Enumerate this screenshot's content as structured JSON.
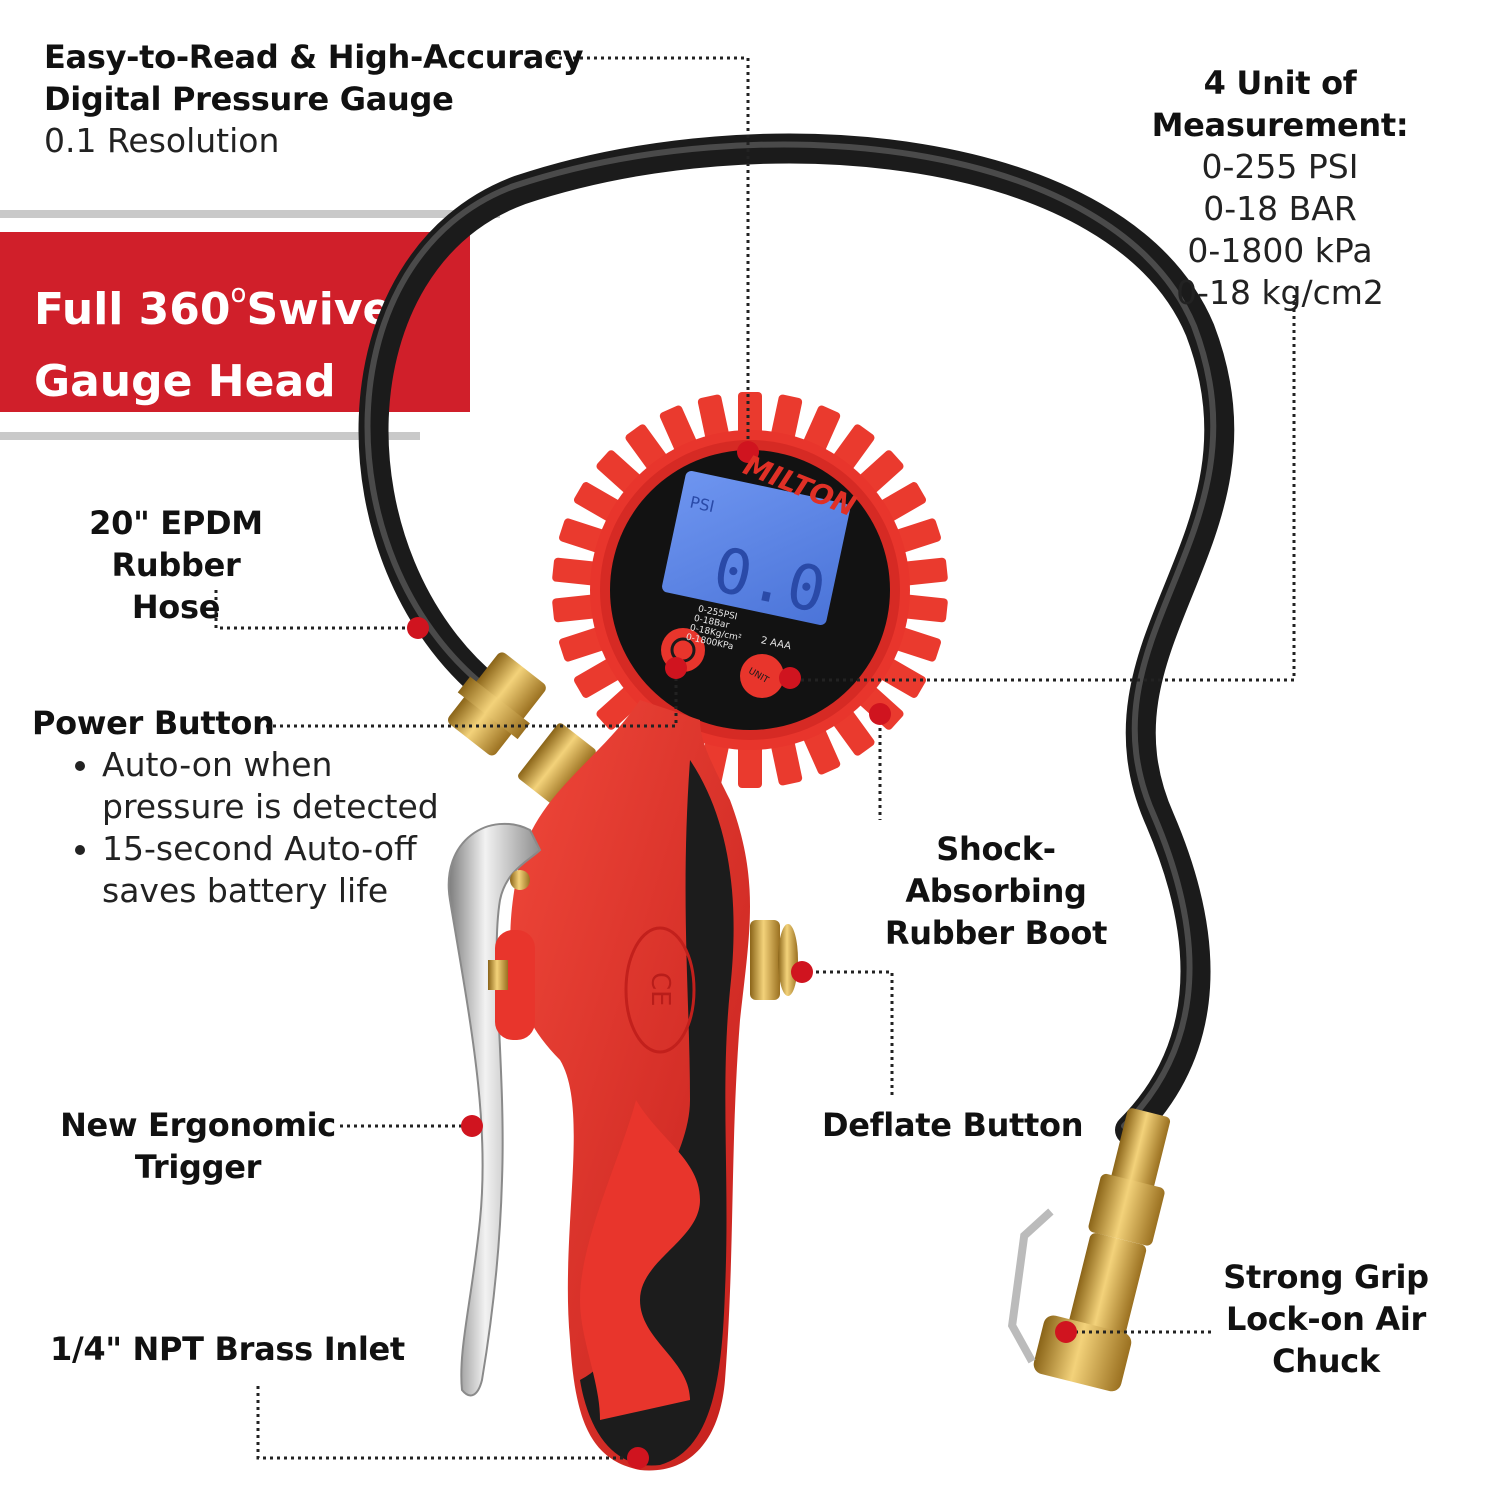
{
  "brand": {
    "logo": "MILTON"
  },
  "gauge": {
    "unit": "PSI",
    "reading": "0.0",
    "ranges": [
      "0-255PSI",
      "0-18Bar",
      "0-18Kg/cm²",
      "0-1800KPa"
    ],
    "battery": "2 AAA",
    "unit_button": "UNIT",
    "cert_mark": "CE"
  },
  "banner": {
    "line1": "Full 360",
    "degree": "o",
    "line1b": "Swivel",
    "line2": "Gauge Head"
  },
  "callouts": {
    "gauge_title1": "Easy-to-Read & High-Accuracy",
    "gauge_title2": "Digital Pressure Gauge",
    "gauge_sub": "0.1 Resolution",
    "units_title": "4 Unit of Measurement:",
    "units": [
      "0-255 PSI",
      "0-18 BAR",
      "0-1800 kPa",
      "0-18 kg/cm2"
    ],
    "hose1": "20\" EPDM Rubber",
    "hose2": "Hose",
    "power_title": "Power Button",
    "power_bullets": [
      [
        "Auto-on when",
        "pressure is detected"
      ],
      [
        "15-second Auto-off",
        "saves battery life"
      ]
    ],
    "boot1": "Shock-Absorbing",
    "boot2": "Rubber Boot",
    "deflate": "Deflate Button",
    "trigger1": "New Ergonomic",
    "trigger2": "Trigger",
    "inlet": "1/4\" NPT Brass Inlet",
    "chuck1": "Strong Grip",
    "chuck2": "Lock-on Air",
    "chuck3": "Chuck"
  },
  "colors": {
    "accent_red": "#d01f2a",
    "rubber_red": "#e8352c",
    "rubber_black": "#1c1c1c",
    "lcd_blue": "#5a84e6",
    "brass": "#d4a23a",
    "chrome": "#c8c8c8",
    "callout_dot": "#d0141f"
  }
}
